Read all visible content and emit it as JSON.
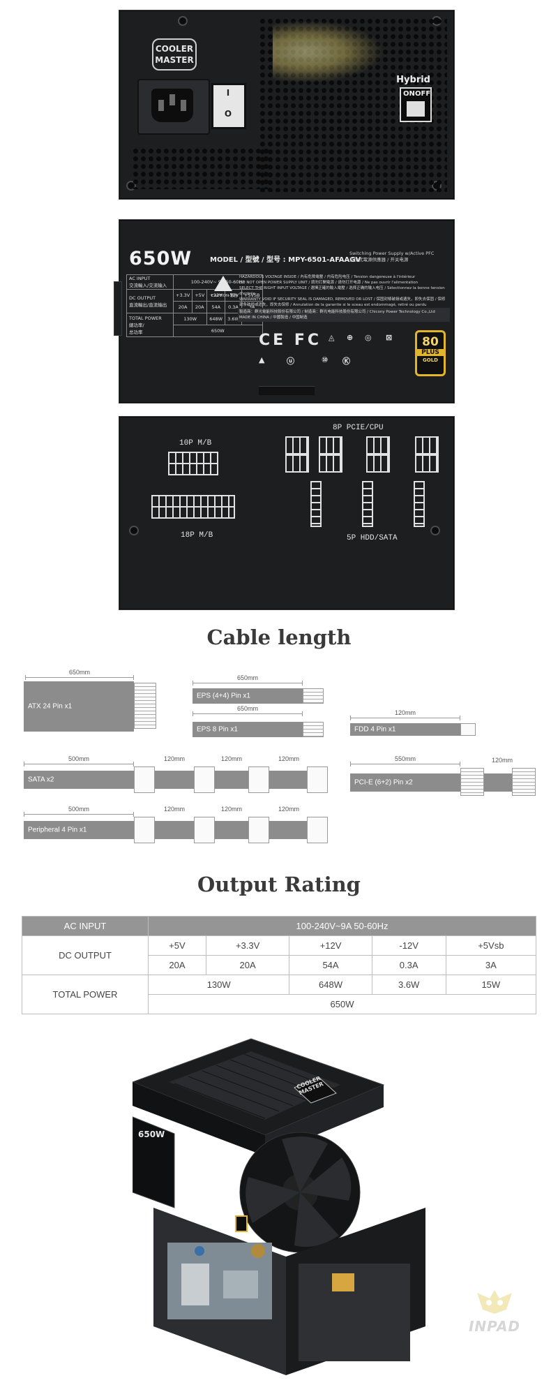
{
  "psu_back": {
    "brand_line1": "COOLER",
    "brand_line2": "MASTER",
    "hybrid_label": "Hybrid",
    "hybrid_on": "ON",
    "hybrid_off": "OFF",
    "switch_on": "I",
    "switch_off": "O"
  },
  "psu_label": {
    "wattage": "650W",
    "model": "MODEL / 型號 / 型号 : MPY-6501-AFAAGV",
    "smps_line1": "Switching Power Supply w/Active PFC",
    "smps_line2": "交換式電源供應器 / 开关电源",
    "ac_input_label": "AC INPUT",
    "ac_input_cn": "交流輸入/交流输入",
    "ac_input_value": "100-240V~ 9A 50-60Hz",
    "dc_output_label": "DC OUTPUT",
    "dc_output_cn": "直流輸出/直流输出",
    "rails": [
      "+3.3V",
      "+5V",
      "+12V",
      "-12V",
      "+5VSB"
    ],
    "amps": [
      "20A",
      "20A",
      "54A",
      "0.3A",
      "3A"
    ],
    "total_power_label": "TOTAL POWER",
    "total_power_cn1": "總功率/",
    "total_power_cn2": "总功率",
    "rail_watts": [
      "130W",
      "648W",
      "3.6W",
      "15W"
    ],
    "total_watts": "650W",
    "caution": "CAUTION 警告",
    "warnings": [
      "HAZARDOUS VOLTAGE INSIDE / 內有危險電壓 / 内有危险电压 / Tension dangereuse à l'intérieur",
      "DO NOT OPEN POWER SUPPLY UNIT / 請勿打開電源 / 请勿打开电源 / Ne pas ouvrir l'alimentation",
      "SELECT THE RIGHT INPUT VOLTAGE / 選擇正確的輸入電壓 / 选择正确的输入电压 / Sélectionnez la bonne tension d'entrée",
      "WARRANTY VOID IF SECURITY SEAL IS DAMAGED, REMOVED OR LOST / 保固封條破損或遺失，即失去保固 / 保修封条破损或遗失，即失去保修 / Annulation de la garantie si le sceau est endommagé, retiré ou perdu"
    ],
    "manufacturer": "製造商：群光電能科技股份有限公司 / 制造商：群光电能科技股份有限公司 / Chicony Power Technology Co.,Ltd",
    "made_in": "MADE IN CHINA / 中國製造 / 中国制造",
    "cert_marks": "CE FC",
    "plus_80": "80",
    "plus_label": "PLUS",
    "gold_label": "GOLD"
  },
  "psu_modular": {
    "label_10p": "10P M/B",
    "label_18p": "18P M/B",
    "label_8p": "8P PCIE/CPU",
    "label_5p": "5P HDD/SATA"
  },
  "cable_section": {
    "title": "Cable length",
    "atx": {
      "dim": "650mm",
      "label": "ATX 24 Pin x1"
    },
    "eps44": {
      "dim": "650mm",
      "label": "EPS (4+4) Pin x1"
    },
    "eps8": {
      "dim": "650mm",
      "label": "EPS 8 Pin x1"
    },
    "fdd": {
      "dim": "120mm",
      "label": "FDD 4 Pin x1"
    },
    "sata": {
      "dim": "500mm",
      "gaps": [
        "120mm",
        "120mm",
        "120mm"
      ],
      "label": "SATA x2"
    },
    "pcie": {
      "dim": "550mm",
      "gap": "120mm",
      "label": "PCI-E (6+2) Pin x2"
    },
    "peripheral": {
      "dim": "500mm",
      "gaps": [
        "120mm",
        "120mm",
        "120mm"
      ],
      "label": "Peripheral 4 Pin x1"
    }
  },
  "output_section": {
    "title": "Output Rating",
    "ac_input_label": "AC INPUT",
    "ac_input_value": "100-240V~9A 50-60Hz",
    "dc_output_label": "DC OUTPUT",
    "rails": [
      "+5V",
      "+3.3V",
      "+12V",
      "-12V",
      "+5Vsb"
    ],
    "amps": [
      "20A",
      "20A",
      "54A",
      "0.3A",
      "3A"
    ],
    "total_power_label": "TOTAL POWER",
    "rail_watts": [
      "130W",
      "648W",
      "3.6W",
      "15W"
    ],
    "total_watts": "650W"
  },
  "product_3d": {
    "wattage": "650W",
    "brand_line1": "COOLER",
    "brand_line2": "MASTER"
  },
  "watermark": {
    "text": "INPAD"
  },
  "colors": {
    "psu_body": "#1d1e20",
    "table_header": "#959595",
    "cable_gray": "#8c8c8c",
    "gold_badge": "#e3b52a"
  }
}
